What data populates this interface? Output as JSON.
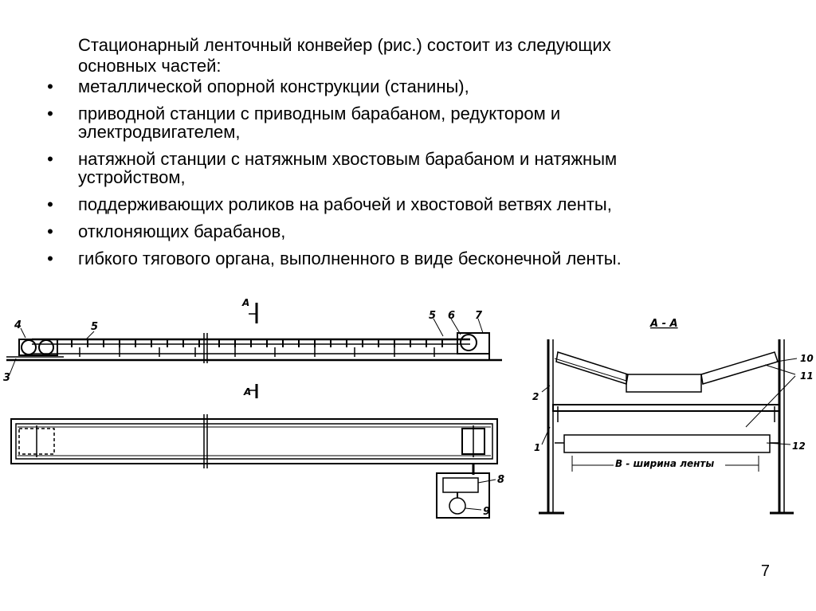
{
  "intro": {
    "line1": "Стационарный ленточный конвейер (рис.) состоит из следующих",
    "line2": "основных частей:"
  },
  "bullet_symbol": "•",
  "bullets": [
    {
      "line1": "металлической опорной конструкции (станины),",
      "line2": ""
    },
    {
      "line1": "приводной станции с приводным барабаном, редуктором и",
      "line2": "электродвигателем,"
    },
    {
      "line1": "натяжной станции с натяжным хвостовым барабаном и натяжным",
      "line2": "устройством,"
    },
    {
      "line1": "поддерживающих роликов на рабочей и хвостовой ветвях ленты,",
      "line2": ""
    },
    {
      "line1": "отклоняющих барабанов,",
      "line2": ""
    },
    {
      "line1": "гибкого тягового органа, выполненного в виде бесконечной ленты.",
      "line2": ""
    }
  ],
  "figure": {
    "section_mark": "A",
    "section_title": "A - A",
    "labels": {
      "n1": "1",
      "n2": "2",
      "n3": "3",
      "n4": "4",
      "n5": "5",
      "n6": "6",
      "n7": "7",
      "n8": "8",
      "n9": "9",
      "n10": "10",
      "n11": "11",
      "n12": "12"
    },
    "belt_width_caption": "B - ширина ленты"
  },
  "page_number": "7"
}
